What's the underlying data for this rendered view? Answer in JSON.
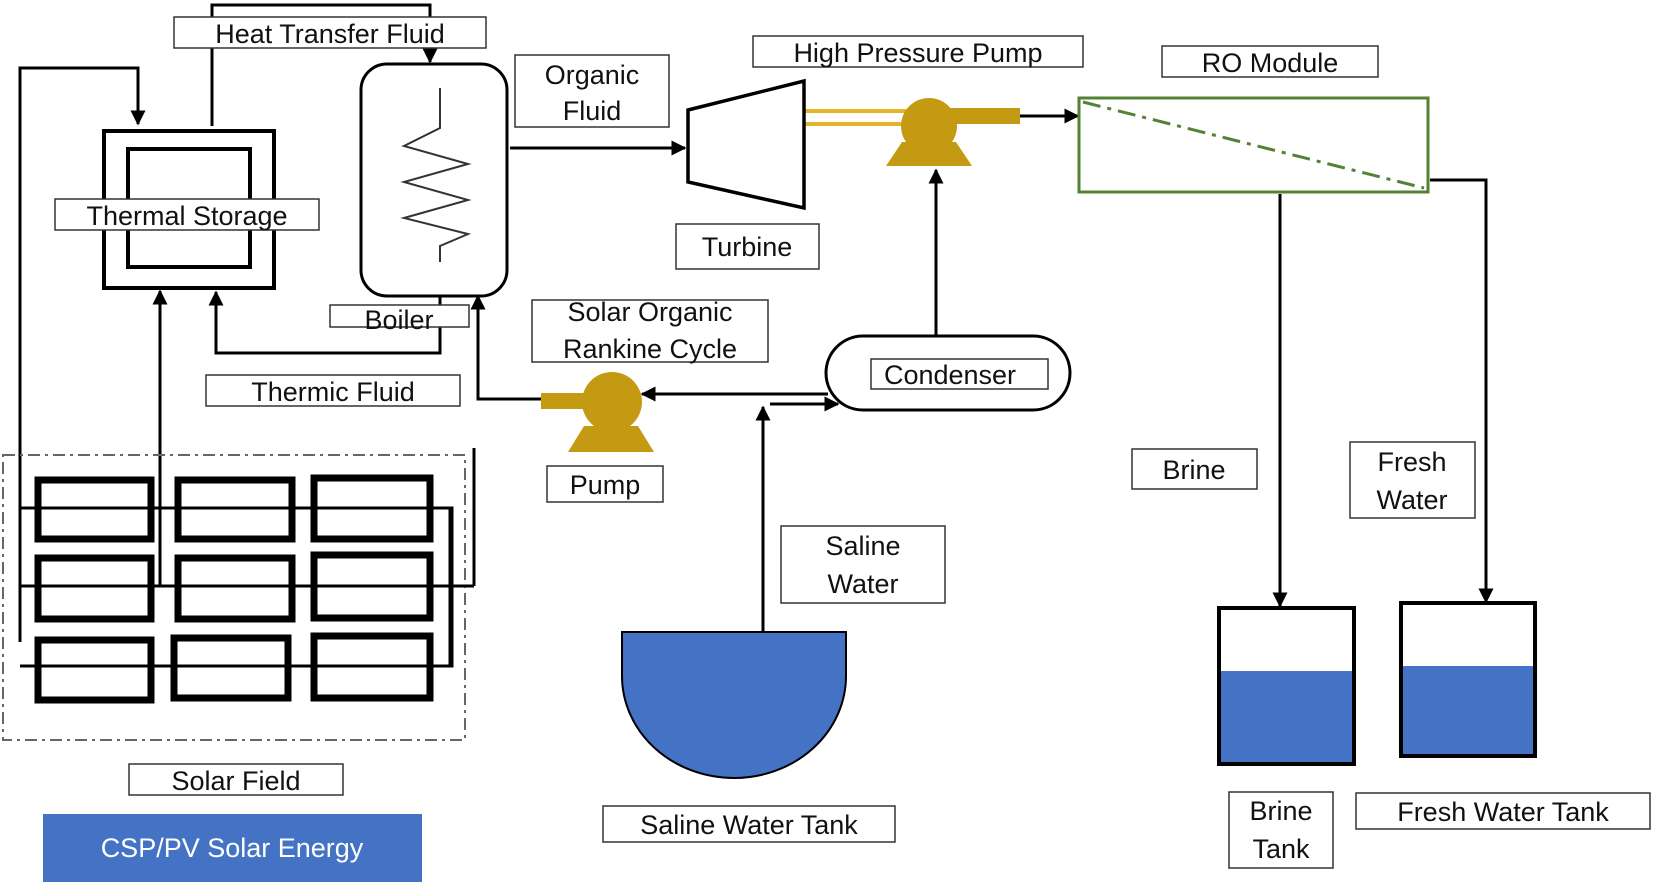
{
  "labels": {
    "heat_transfer_fluid": "Heat Transfer Fluid",
    "organic_fluid_1": "Organic",
    "organic_fluid_2": "Fluid",
    "high_pressure_pump": "High Pressure Pump",
    "ro_module": "RO Module",
    "thermal_storage": "Thermal Storage",
    "turbine": "Turbine",
    "boiler": "Boiler",
    "solar_orc_1": "Solar Organic",
    "solar_orc_2": "Rankine Cycle",
    "condenser": "Condenser",
    "thermic_fluid": "Thermic Fluid",
    "pump": "Pump",
    "brine": "Brine",
    "fresh_water_1": "Fresh",
    "fresh_water_2": "Water",
    "saline_water_1": "Saline",
    "saline_water_2": "Water",
    "solar_field": "Solar Field",
    "saline_water_tank": "Saline Water Tank",
    "brine_tank_1": "Brine",
    "brine_tank_2": "Tank",
    "fresh_water_tank": "Fresh Water Tank",
    "energy_source": "CSP/PV Solar Energy"
  },
  "colors": {
    "pump": "#c49a12",
    "water": "#4472c4",
    "ro_module": "#548235",
    "energy_banner": "#4472c4",
    "line": "#000000"
  },
  "icons": [
    "pump-icon",
    "high-pressure-pump-icon",
    "turbine-icon",
    "boiler-coil-icon",
    "tank-icon"
  ]
}
